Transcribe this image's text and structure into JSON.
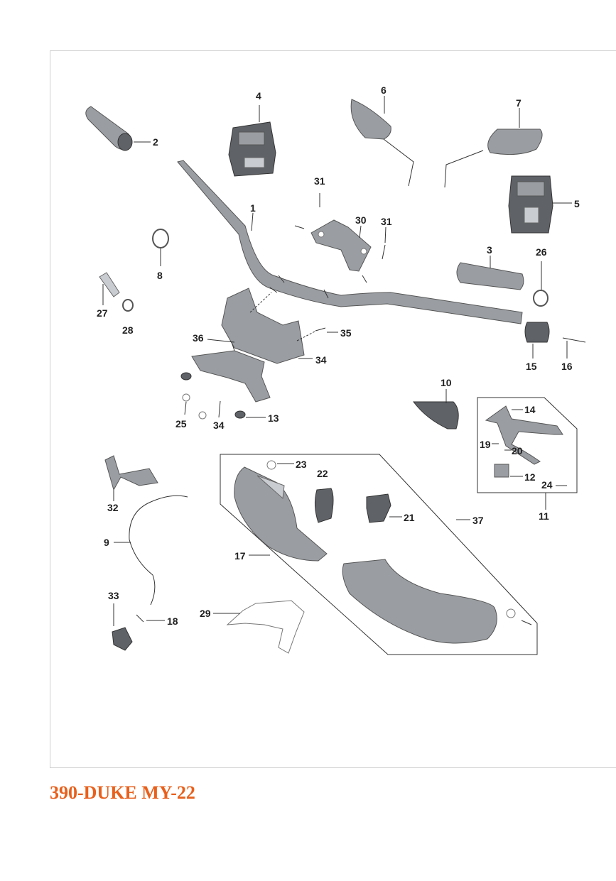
{
  "title": "390-DUKE MY-22",
  "colors": {
    "title": "#e8601c",
    "frame": "#cfcfcf",
    "part": "#9a9ea3"
  },
  "labels": {
    "p1": "1",
    "p2": "2",
    "p3": "3",
    "p4": "4",
    "p5": "5",
    "p6": "6",
    "p7": "7",
    "p8": "8",
    "p9": "9",
    "p10": "10",
    "p11": "11",
    "p12": "12",
    "p13": "13",
    "p14": "14",
    "p15": "15",
    "p16": "16",
    "p17": "17",
    "p18": "18",
    "p19": "19",
    "p20": "20",
    "p21": "21",
    "p22": "22",
    "p23": "23",
    "p24": "24",
    "p25": "25",
    "p26": "26",
    "p27": "27",
    "p28": "28",
    "p29": "29",
    "p30": "30",
    "p31a": "31",
    "p31b": "31",
    "p32": "32",
    "p33": "33",
    "p34a": "34",
    "p34b": "34",
    "p35": "35",
    "p36": "36",
    "p37": "37"
  }
}
